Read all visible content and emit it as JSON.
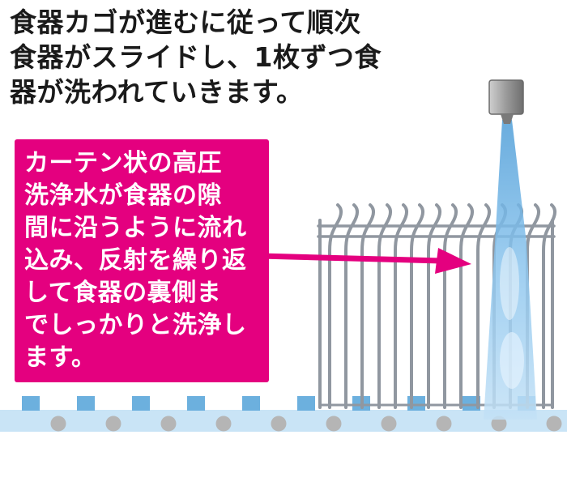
{
  "title": {
    "lines": [
      "食器カゴが進むに従って順次",
      "食器がスライドし、1枚ずつ食",
      "器が洗われていきます。"
    ]
  },
  "callout": {
    "lines": [
      "カーテン状の高圧",
      "洗浄水が食器の隙",
      "間に沿うように流れ",
      "込み、反射を繰り返",
      "して食器の裏側ま",
      "でしっかりと洗浄し",
      "ます。"
    ]
  },
  "illustration": {
    "parts": {
      "nozzle": "spray-nozzle",
      "water": "water-curtain",
      "rack": "dish-rack",
      "conveyor": "conveyor-belt",
      "arrow": "pointer-arrow"
    }
  },
  "colors": {
    "accent_magenta": "#e4007f",
    "callout_text": "#ffffff",
    "text_black": "#1a1a1a",
    "water_blue_dark": "#4f9ed8",
    "water_blue_mid": "#8ec6ee",
    "water_blue_light": "#c3e1f6",
    "conveyor_band": "#c9e4f6",
    "block_blue": "#6cb0de",
    "roller_gray": "#b5b5b5",
    "wire_gray": "#9097a0"
  }
}
